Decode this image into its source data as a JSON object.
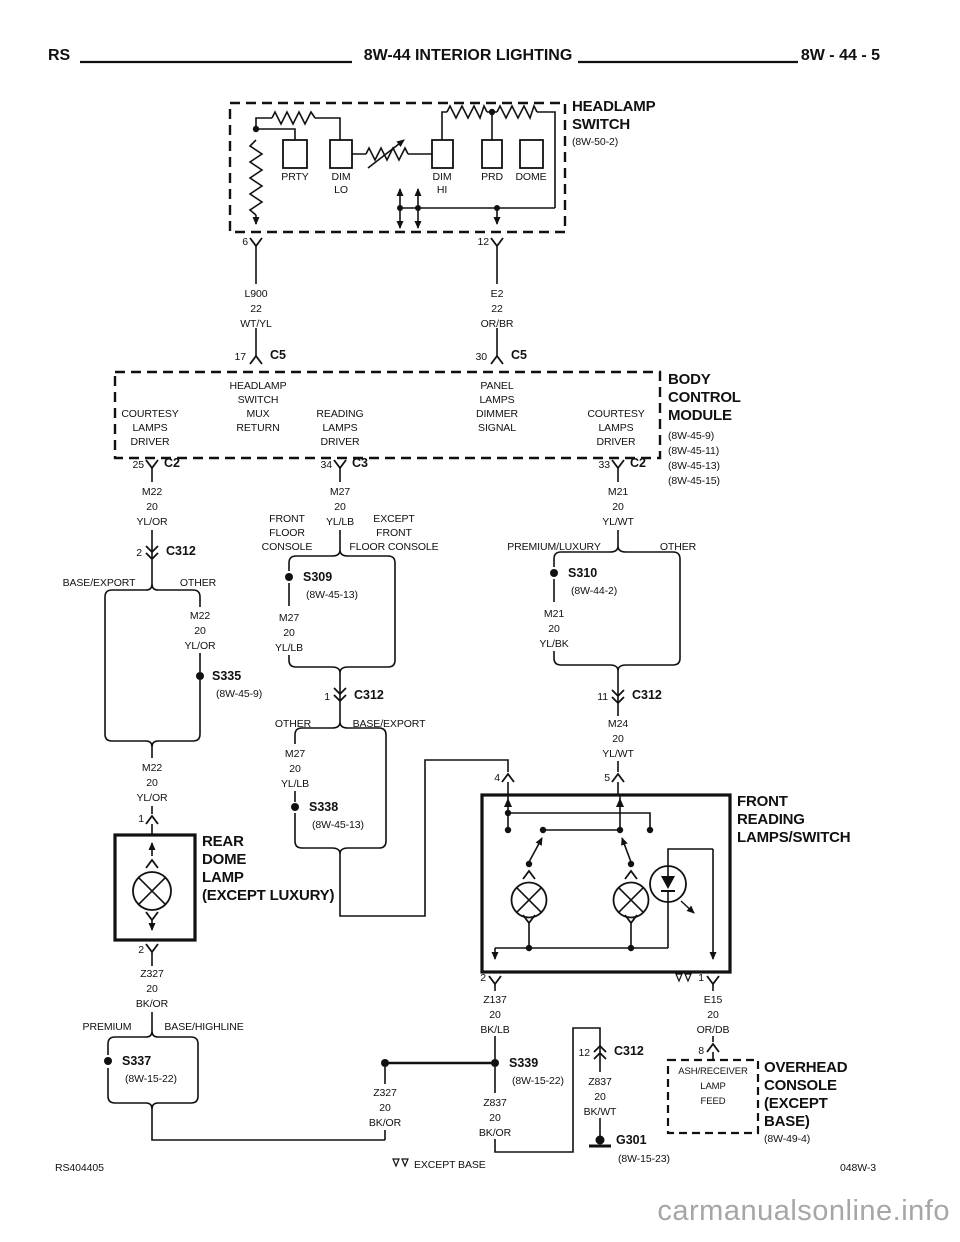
{
  "header": {
    "model": "RS",
    "title": "8W-44 INTERIOR LIGHTING",
    "page": "8W - 44 - 5"
  },
  "pins": {
    "1": "1",
    "2": "2",
    "4": "4",
    "5": "5",
    "6": "6",
    "8": "8",
    "11": "11",
    "12": "12",
    "17": "17",
    "25": "25",
    "30": "30",
    "33": "33",
    "34": "34"
  },
  "connectors": {
    "c5": "C5",
    "c2": "C2",
    "c3": "C3",
    "c312": "C312"
  },
  "wires": {
    "l900": [
      "L900",
      "22",
      "WT/YL"
    ],
    "e2": [
      "E2",
      "22",
      "OR/BR"
    ],
    "m22": [
      "M22",
      "20",
      "YL/OR"
    ],
    "m27": [
      "M27",
      "20",
      "YL/LB"
    ],
    "m21": [
      "M21",
      "20",
      "YL/WT"
    ],
    "m21_bk": [
      "M21",
      "20",
      "YL/BK"
    ],
    "m24": [
      "M24",
      "20",
      "YL/WT"
    ],
    "z327": [
      "Z327",
      "20",
      "BK/OR"
    ],
    "z137": [
      "Z137",
      "20",
      "BK/LB"
    ],
    "z837_or": [
      "Z837",
      "20",
      "BK/OR"
    ],
    "z837_wt": [
      "Z837",
      "20",
      "BK/WT"
    ],
    "e15": [
      "E15",
      "20",
      "OR/DB"
    ]
  },
  "headlamp_switch": {
    "name": [
      "HEADLAMP",
      "SWITCH"
    ],
    "ref": "(8W-50-2)",
    "positions": [
      "PRTY",
      "DIM",
      "LO",
      "DIM",
      "HI",
      "PRD",
      "DOME"
    ]
  },
  "bcm": {
    "name": [
      "BODY",
      "CONTROL",
      "MODULE"
    ],
    "refs": [
      "(8W-45-9)",
      "(8W-45-11)",
      "(8W-45-13)",
      "(8W-45-15)"
    ],
    "courtesy": [
      "COURTESY",
      "LAMPS",
      "DRIVER"
    ],
    "mux": [
      "HEADLAMP",
      "SWITCH",
      "MUX",
      "RETURN"
    ],
    "reading": [
      "READING",
      "LAMPS",
      "DRIVER"
    ],
    "panel": [
      "PANEL",
      "LAMPS",
      "DIMMER",
      "SIGNAL"
    ]
  },
  "branches": {
    "base_export": "BASE/EXPORT",
    "other": "OTHER",
    "premium": "PREMIUM",
    "base_highline": "BASE/HIGHLINE",
    "premium_luxury": "PREMIUM/LUXURY",
    "front_floor": [
      "FRONT",
      "FLOOR",
      "CONSOLE"
    ],
    "except_front_floor": [
      "EXCEPT",
      "FRONT",
      "FLOOR CONSOLE"
    ]
  },
  "splices": {
    "s309": {
      "name": "S309",
      "ref": "(8W-45-13)"
    },
    "s310": {
      "name": "S310",
      "ref": "(8W-44-2)"
    },
    "s335": {
      "name": "S335",
      "ref": "(8W-45-9)"
    },
    "s337": {
      "name": "S337",
      "ref": "(8W-15-22)"
    },
    "s338": {
      "name": "S338",
      "ref": "(8W-45-13)"
    },
    "s339": {
      "name": "S339",
      "ref": "(8W-15-22)"
    }
  },
  "rear_dome_lamp": {
    "name": [
      "REAR",
      "DOME",
      "LAMP",
      "(EXCEPT LUXURY)"
    ]
  },
  "front_reading_lamps": {
    "name": [
      "FRONT",
      "READING",
      "LAMPS/SWITCH"
    ]
  },
  "overhead_console": {
    "feed": [
      "ASH/RECEIVER",
      "LAMP",
      "FEED"
    ],
    "name": [
      "OVERHEAD",
      "CONSOLE",
      "(EXCEPT",
      "BASE)"
    ],
    "ref": "(8W-49-4)"
  },
  "ground": {
    "name": "G301",
    "ref": "(8W-15-23)"
  },
  "footnote": "EXCEPT BASE",
  "footer": {
    "left": "RS404405",
    "right": "048W-3",
    "watermark": "carmanualsonline.info"
  }
}
